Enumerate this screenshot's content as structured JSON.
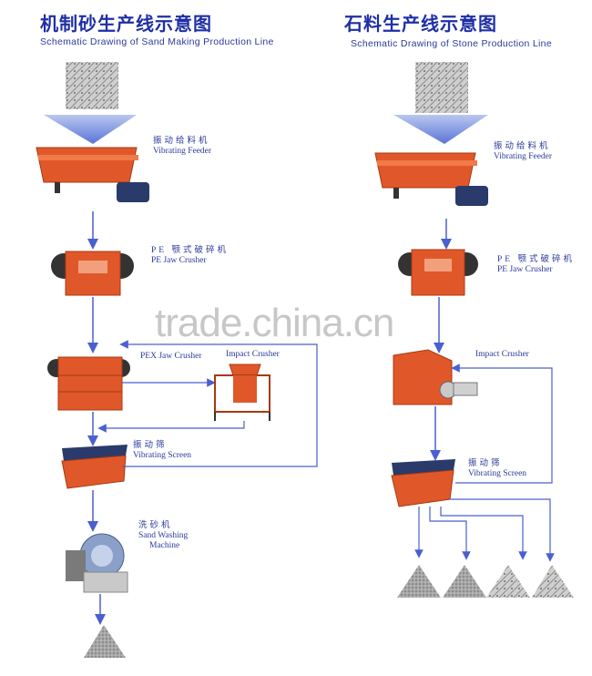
{
  "left": {
    "title_cn": "机制砂生产线示意图",
    "title_en": "Schematic Drawing of Sand Making Production Line",
    "labels": {
      "feeder_cn": "振动给料机",
      "feeder_en": "Vibrating Feeder",
      "pe_cn": "PE 颚式破碎机",
      "pe_en": "PE Jaw Crusher",
      "pex_en": "PEX Jaw Crusher",
      "impact_en": "Impact Crusher",
      "screen_cn": "振动筛",
      "screen_en": "Vibrating Screen",
      "washer_cn": "洗砂机",
      "washer_en1": "Sand Washing",
      "washer_en2": "Machine"
    }
  },
  "right": {
    "title_cn": "石料生产线示意图",
    "title_en": "Schematic Drawing of Stone Production Line",
    "labels": {
      "feeder_cn": "振动给料机",
      "feeder_en": "Vibrating Feeder",
      "pe_cn": "PE 颚式破碎机",
      "pe_en": "PE Jaw Crusher",
      "impact_en": "Impact Crusher",
      "screen_cn": "振动筛",
      "screen_en": "Vibrating Screen"
    }
  },
  "watermark": "trade.china.cn",
  "colors": {
    "machine": "#e0582a",
    "arrow": "#4a5fd0",
    "title": "#1f2fa6",
    "pile": "#9a9a9a"
  }
}
